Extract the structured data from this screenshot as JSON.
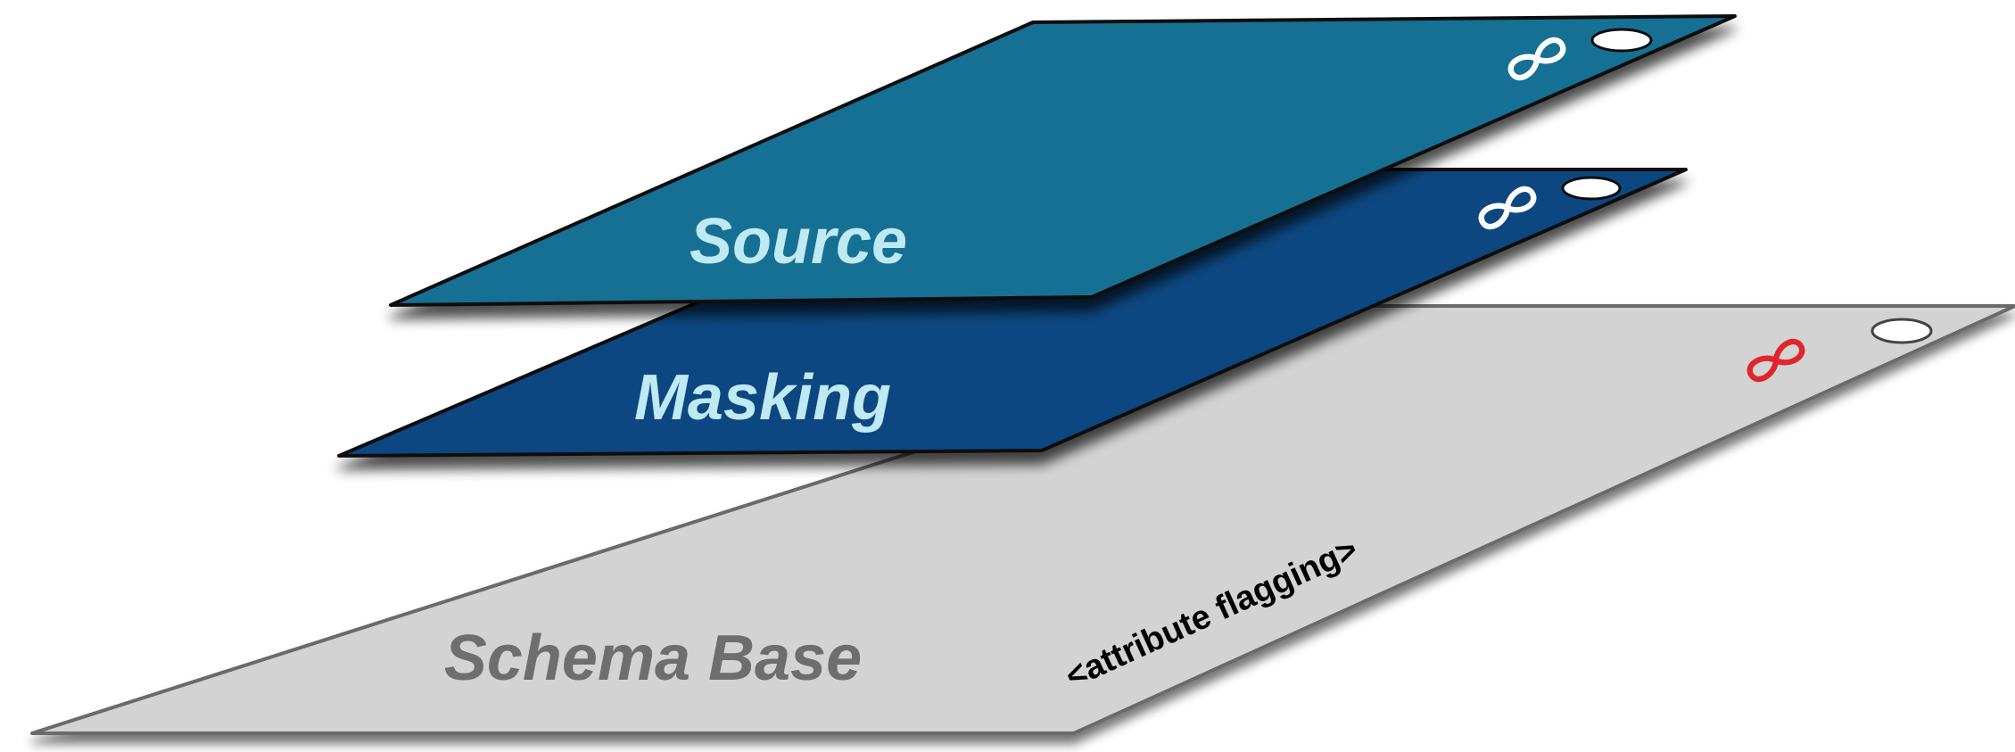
{
  "layers": [
    {
      "id": "schema-base",
      "label": "Schema Base",
      "fill": "#d3d3d3",
      "stroke": "#6a6a6a",
      "label_color": "#6e6e6e",
      "link_icon": "infinity-icon",
      "link_color": "#e0262c",
      "toggle_icon": "oval-toggle-icon"
    },
    {
      "id": "masking",
      "label": "Masking",
      "fill": "#0a4781",
      "stroke": "#0d0d0d",
      "label_color": "#bfe9f3",
      "link_icon": "infinity-icon",
      "link_color": "#ffffff",
      "toggle_icon": "oval-toggle-icon"
    },
    {
      "id": "source",
      "label": "Source",
      "fill": "#126f94",
      "stroke": "#0d0d0d",
      "label_color": "#bfe9f3",
      "link_icon": "infinity-icon",
      "link_color": "#ffffff",
      "toggle_icon": "oval-toggle-icon"
    }
  ],
  "annotation": {
    "text": "<attribute flagging>",
    "color": "#000000"
  }
}
